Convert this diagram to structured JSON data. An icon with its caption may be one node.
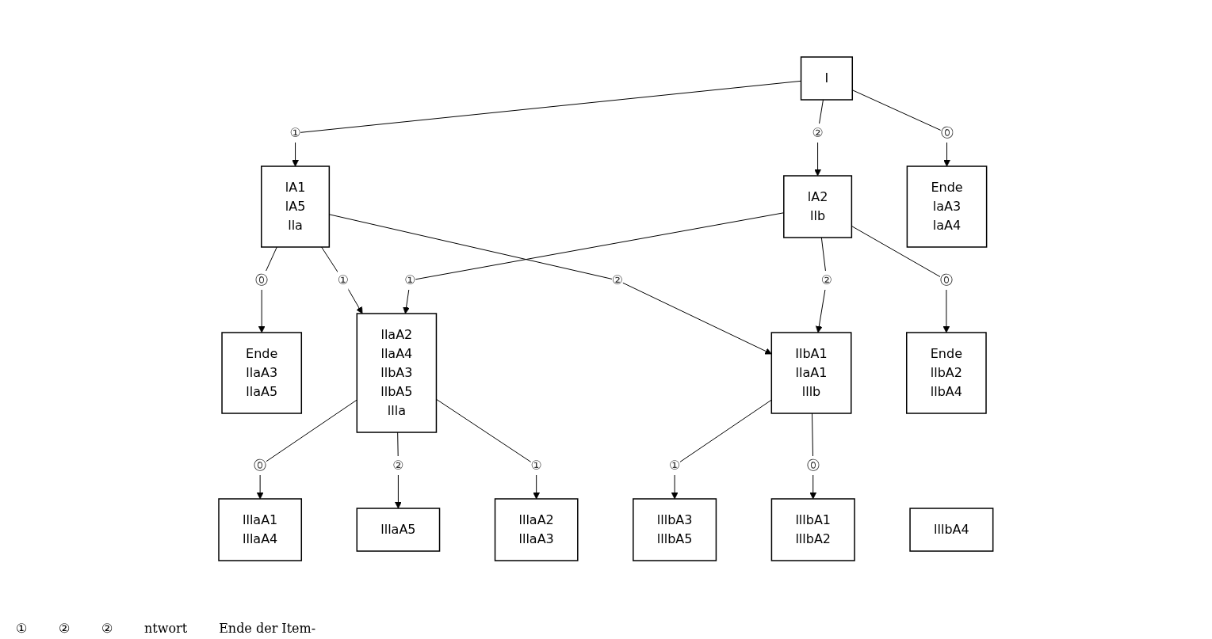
{
  "diagram": {
    "nodes": [
      {
        "text": [
          "I"
        ]
      },
      {
        "text": [
          "lA1",
          "lA5",
          "lla"
        ]
      },
      {
        "text": [
          "lA2",
          "llb"
        ]
      },
      {
        "text": [
          "Ende",
          "laA3",
          "laA4"
        ]
      },
      {
        "text": [
          "Ende",
          "llaA3",
          "llaA5"
        ]
      },
      {
        "text": [
          "llaA2",
          "llaA4",
          "llbA3",
          "llbA5",
          "llla"
        ]
      },
      {
        "text": [
          "IlbA1",
          "llaA1",
          "lllb"
        ]
      },
      {
        "text": [
          "Ende",
          "llbA2",
          "llbA4"
        ]
      },
      {
        "text": [
          "lllaA1",
          "lllaA4"
        ]
      },
      {
        "text": [
          "lllaA5"
        ]
      },
      {
        "text": [
          "lllaA2",
          "lllaA3"
        ]
      },
      {
        "text": [
          "lllbA3",
          "lllbA5"
        ]
      },
      {
        "text": [
          "lllbA4"
        ]
      },
      {
        "text": [
          "lllbA1",
          "lllbA2"
        ]
      }
    ],
    "edges": [
      {
        "from": 0,
        "to": 1,
        "arrow": "to",
        "label": "①"
      },
      {
        "from": 0,
        "to": 2,
        "arrow": "to",
        "label": "②"
      },
      {
        "from": 0,
        "to": 3,
        "arrow": "to",
        "label": "⓪"
      },
      {
        "from": 1,
        "to": 4,
        "arrow": "to",
        "label": "⓪"
      },
      {
        "from": 1,
        "to": 5,
        "arrow": "to",
        "label": "①"
      },
      {
        "from": 1,
        "to": 6,
        "arrow": "to",
        "label": "②"
      },
      {
        "from": 2,
        "to": 5,
        "arrow": "to",
        "label": "①"
      },
      {
        "from": 2,
        "to": 6,
        "arrow": "to",
        "label": "②"
      },
      {
        "from": 2,
        "to": 7,
        "arrow": "to",
        "label": "⓪"
      },
      {
        "from": 5,
        "to": 8,
        "arrow": "to",
        "label": "⓪"
      },
      {
        "from": 5,
        "to": 9,
        "arrow": "to",
        "label": "②"
      },
      {
        "from": 5,
        "to": 10,
        "arrow": "to",
        "label": "①"
      },
      {
        "from": 6,
        "to": 11,
        "arrow": "to",
        "label": "①"
      },
      {
        "from": 6,
        "to": 13,
        "arrow": "to",
        "label": "⓪"
      }
    ],
    "labels": [
      "①",
      "②",
      "②",
      "ntwort",
      "Ende der Item-"
    ]
  }
}
